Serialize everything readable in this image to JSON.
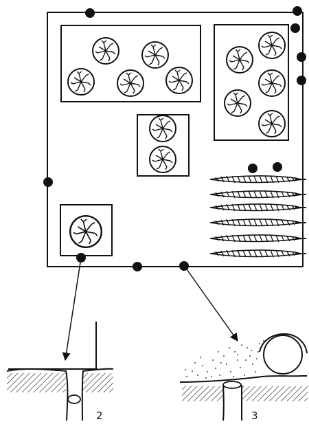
{
  "figure": {
    "panel_labels": {
      "left": "2",
      "right": "3"
    }
  },
  "colors": {
    "ink": "#111111",
    "paper": "#ffffff"
  },
  "legend_icons": [
    "burrow-entrance-dot",
    "dung-ball-icon",
    "wheat-ear-icon"
  ]
}
